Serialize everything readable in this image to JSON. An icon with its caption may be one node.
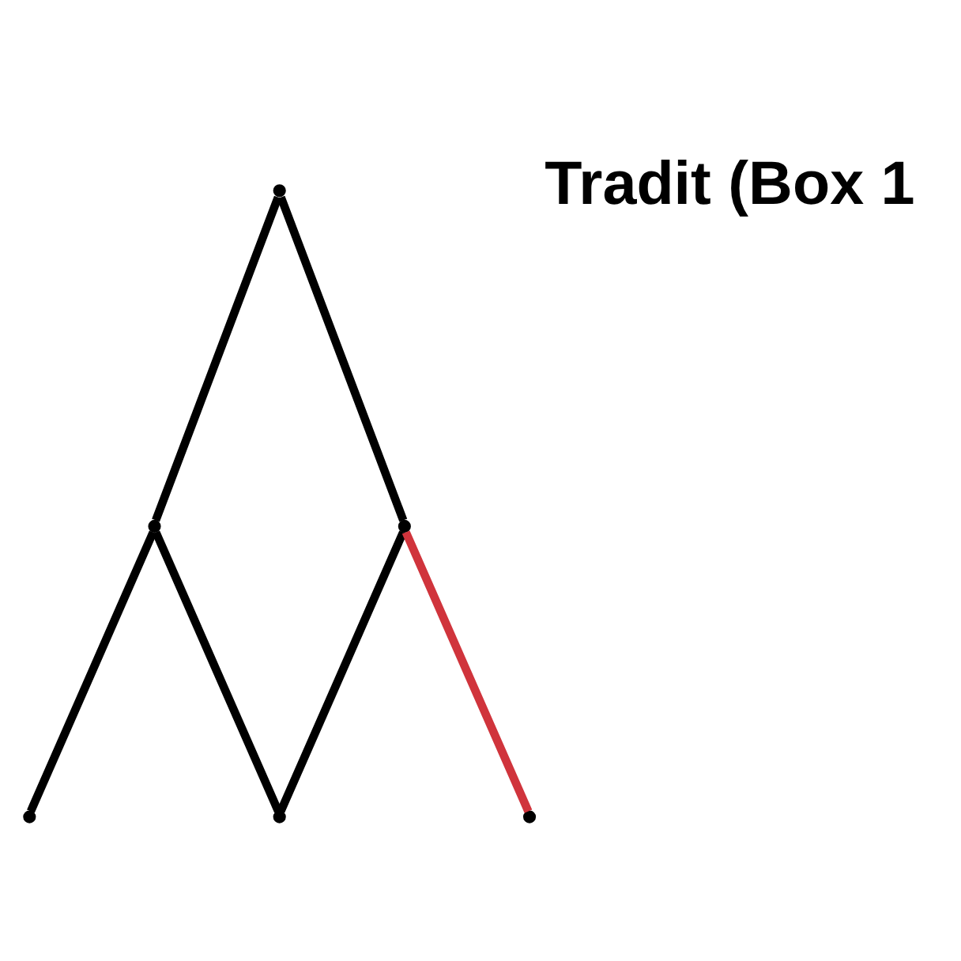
{
  "diagram": {
    "nodes": [
      {
        "text": [],
        "shape": "point"
      },
      {
        "text": [],
        "shape": "point"
      },
      {
        "text": [],
        "shape": "point"
      },
      {
        "text": [],
        "shape": "point"
      },
      {
        "text": [],
        "shape": "point"
      },
      {
        "text": [],
        "shape": "point"
      }
    ],
    "edges": [
      {
        "from": 0,
        "to": 1,
        "arrow": "none"
      },
      {
        "from": 0,
        "to": 2,
        "arrow": "none"
      },
      {
        "from": 1,
        "to": 3,
        "arrow": "none"
      },
      {
        "from": 1,
        "to": 4,
        "arrow": "none"
      },
      {
        "from": 2,
        "to": 4,
        "arrow": "none"
      },
      {
        "from": 2,
        "to": 5,
        "arrow": "none",
        "color": "#d0343c"
      }
    ],
    "labels": [
      "Tradit (Box 1"
    ]
  }
}
